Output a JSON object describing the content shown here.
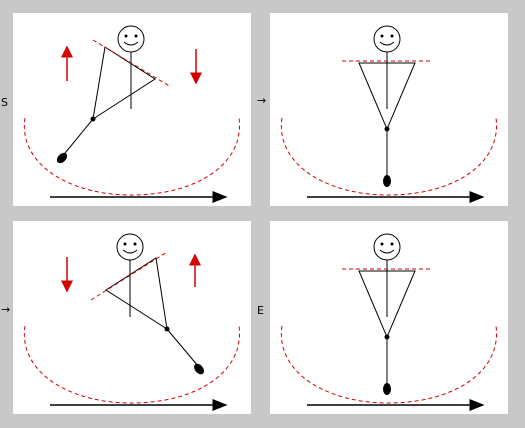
{
  "labels": {
    "start": "S",
    "arrow_top": "→",
    "arrow_bottom": "→",
    "end": "E"
  },
  "colors": {
    "background": "#c8c8c8",
    "panel": "#ffffff",
    "ink": "#000000",
    "accent": "#d40000"
  },
  "panels": [
    {
      "id": "panel-1",
      "figure": "swing-left",
      "red_arrows": [
        "up-left",
        "down-right"
      ]
    },
    {
      "id": "panel-2",
      "figure": "center"
    },
    {
      "id": "panel-3",
      "figure": "swing-right",
      "red_arrows": [
        "down-left",
        "up-right"
      ]
    },
    {
      "id": "panel-4",
      "figure": "center"
    }
  ]
}
